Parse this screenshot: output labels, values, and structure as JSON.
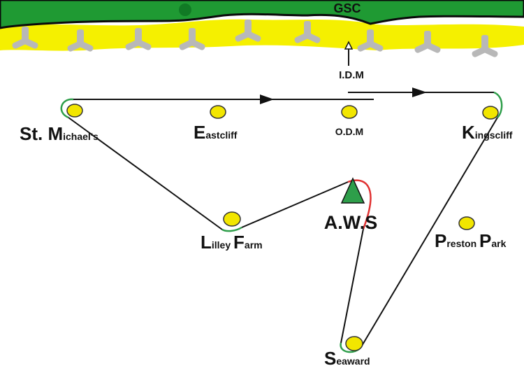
{
  "diagram": {
    "colors": {
      "background": "#ffffff",
      "shore_green": "#1f9a33",
      "beach_yellow": "#f5f000",
      "groyne_grey": "#b8b8b8",
      "mark_yellow": "#f2e600",
      "course_line": "#111111",
      "rounding_green": "#2e9e4a",
      "rounding_red": "#e03030",
      "triangle_green": "#2e9e4a"
    },
    "header": {
      "club_label": "GSC",
      "idm_label": "I.D.M"
    },
    "marks": [
      {
        "id": "st-michaels",
        "initial": "St. M",
        "rest": "ichael's",
        "icon": "yellow-buoy"
      },
      {
        "id": "eastcliff",
        "initial": "E",
        "rest": "astcliff",
        "icon": "yellow-buoy"
      },
      {
        "id": "odm",
        "initial": "",
        "rest": "O.D.M",
        "icon": "yellow-buoy"
      },
      {
        "id": "kingscliff",
        "initial": "K",
        "rest": "ingscliff",
        "icon": "yellow-buoy"
      },
      {
        "id": "lilley-farm",
        "initial": "L",
        "rest": "illey ",
        "initial2": "F",
        "rest2": "arm",
        "icon": "yellow-buoy"
      },
      {
        "id": "aws",
        "initial": "A.W.S",
        "rest": "",
        "icon": "green-triangle"
      },
      {
        "id": "preston-park",
        "initial": "P",
        "rest": "reston ",
        "initial2": "P",
        "rest2": "ark",
        "icon": "yellow-buoy"
      },
      {
        "id": "seaward",
        "initial": "S",
        "rest": "eaward",
        "icon": "yellow-buoy"
      }
    ]
  }
}
